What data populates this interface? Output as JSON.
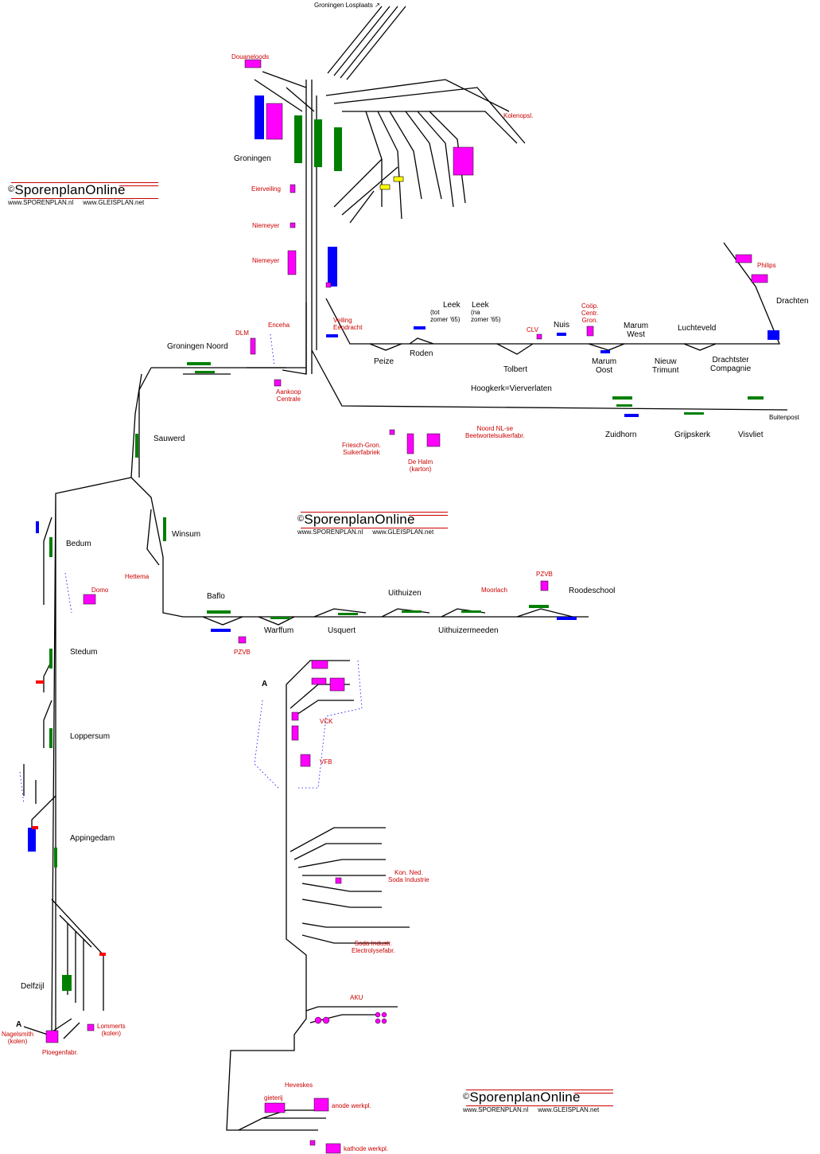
{
  "stations": {
    "groningen": "Groningen",
    "groningen_noord": "Groningen Noord",
    "sauwerd": "Sauwerd",
    "bedum": "Bedum",
    "stedum": "Stedum",
    "loppersum": "Loppersum",
    "appingedam": "Appingedam",
    "delfzijl": "Delfzijl",
    "winsum": "Winsum",
    "baflo": "Baflo",
    "warffum": "Warffum",
    "usquert": "Usquert",
    "uithuizen": "Uithuizen",
    "uithuizermeeden": "Uithuizermeeden",
    "roodeschool": "Roodeschool",
    "peize": "Peize",
    "roden": "Roden",
    "leek_tot": "Leek",
    "leek_tot_note": "(tot\nzomer '65)",
    "leek_na": "Leek",
    "leek_na_note": "(na\nzomer '65)",
    "tolbert": "Tolbert",
    "nuis": "Nuis",
    "marum_oost": "Marum\nOost",
    "marum_west": "Marum\nWest",
    "nieuw_trimunt": "Nieuw\nTrimunt",
    "luchteveld": "Luchteveld",
    "drachtster_compagnie": "Drachtster\nCompagnie",
    "drachten": "Drachten",
    "hoogkerk": "Hoogkerk=Vierverlaten",
    "zuidhorn": "Zuidhorn",
    "grijpskerk": "Grijpskerk",
    "visvliet": "Visvliet",
    "heveskes": "Heveskes"
  },
  "industries": {
    "douaneloods": "Douaneloods",
    "kolenopsl": "Kolenopsl.",
    "eierveiling": "Eierveiling",
    "niemeyer_1": "Niemeyer",
    "niemeyer_2": "Niemeyer",
    "dlm": "DLM",
    "enceha": "Enceha",
    "aankoop_centrale": "Aankoop\nCentrale",
    "veiling_eendracht": "Veiling\nEendracht",
    "clv": "CLV",
    "coop": "Coöp.\nCentr.\nGron.",
    "philips": "Philips",
    "friesch_gron": "Friesch-Gron.\nSuikerfabriek",
    "de_halm": "De Halm\n(karton)",
    "noord_nl": "Noord NL-se\nBeetwortelsuikerfabr.",
    "hettema": "Hettema",
    "domo": "Domo",
    "pzvb_baflo": "PZVB",
    "pzvb_roodeschool": "PZVB",
    "moorlach": "Moorlach",
    "vck": "VCK",
    "vfb": "VFB",
    "kon_ned": "Kon. Ned.\nSoda Industrie",
    "soda_industr": "Soda Industr.\nElectrolysefabr.",
    "aku": "AKU",
    "nagelsmith": "Nagelsmith\n(kolen)",
    "lommerts": "Lommerts\n(kolen)",
    "ploegenfabr": "Ploegenfabr.",
    "gieterij": "gieterij",
    "anode": "anode werkpl.",
    "kathode": "kathode werkpl."
  },
  "misc": {
    "losplaats": "Groningen Losplaats",
    "losplaats_arrow": "↗",
    "buitenpost": "Buitenpost",
    "marker_a1": "A",
    "marker_a2": "A"
  },
  "logo": {
    "copyright": "©",
    "brand": "SporenplanOnline",
    "url1": "www.SPORENPLAN.nl",
    "url2": "www.GLEISPLAN.net"
  },
  "colors": {
    "track": "#000000",
    "platform_green": "#008000",
    "platform_blue": "#0000ff",
    "industry_magenta": "#ff00ff",
    "industry_label_red": "#cc0000",
    "water": "#0000ff",
    "signal_yellow": "#ffff00"
  }
}
